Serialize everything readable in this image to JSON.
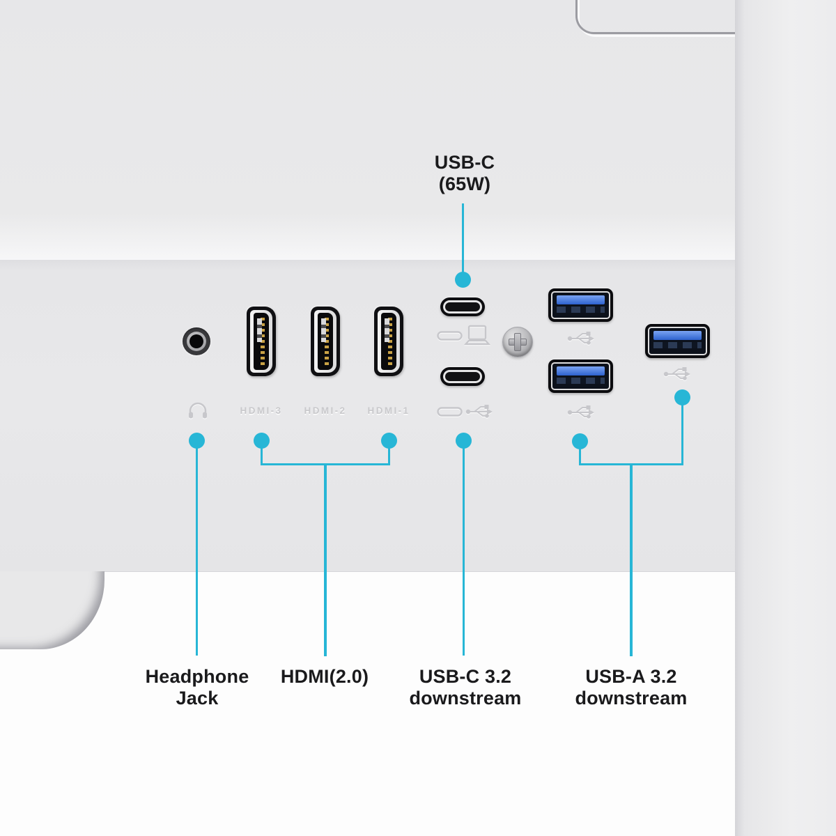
{
  "colors": {
    "accent": "#27b6d6",
    "panel_gray": "#e8e8e9",
    "recess_gray": "#e5e5e7",
    "usb_blue": "#2e62cf",
    "background_white": "#fdfdfd"
  },
  "top_callout": {
    "line1": "USB-C",
    "line2": "(65W)"
  },
  "bottom_callouts": {
    "headphone": {
      "line1": "Headphone",
      "line2": "Jack"
    },
    "hdmi": {
      "line1": "HDMI(2.0)"
    },
    "usbc": {
      "line1": "USB-C 3.2",
      "line2": "downstream"
    },
    "usba": {
      "line1": "USB-A 3.2",
      "line2": "downstream"
    }
  },
  "engraved_labels": {
    "hdmi3": "HDMI-3",
    "hdmi2": "HDMI-2",
    "hdmi1": "HDMI-1"
  },
  "icons": {
    "headphone": "headphone-icon",
    "usb_c_connector": "usb-c-connector-icon",
    "laptop": "laptop-icon",
    "usb_trident": "usb-trident-icon",
    "screw": "phillips-screw"
  }
}
